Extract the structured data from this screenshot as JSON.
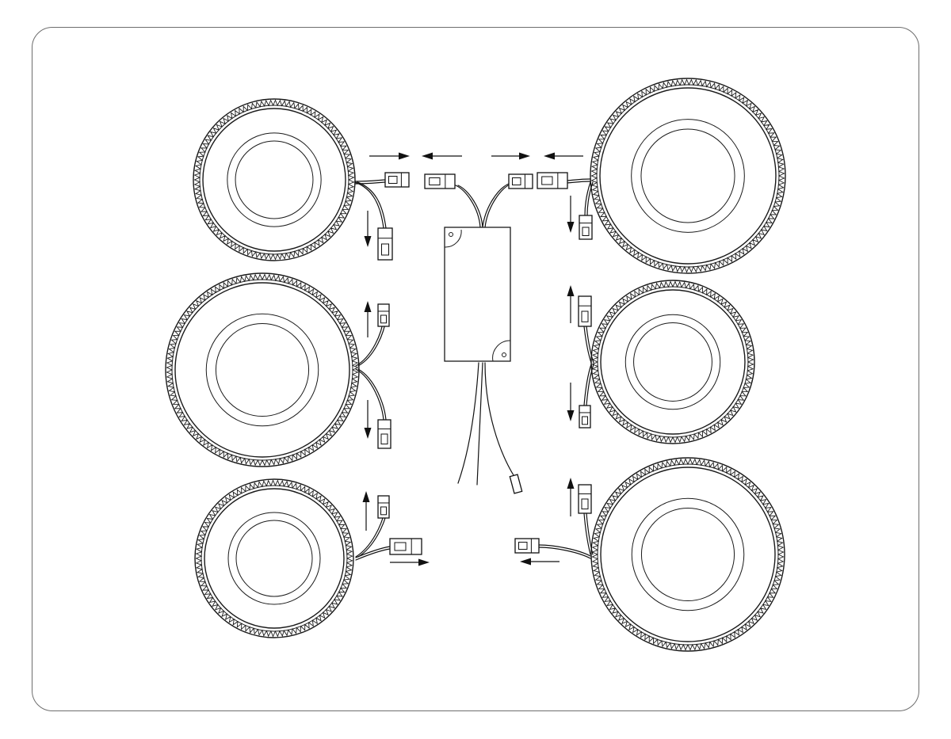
{
  "diagram": {
    "title": "",
    "colors": {
      "line": "#1a1a1a",
      "frame": "#6d6d6d",
      "background": "#ffffff"
    },
    "panel": {
      "shape": "rounded-rectangle"
    },
    "components": {
      "lights": [
        {
          "name": "light-top-left",
          "position": "top-left",
          "connectors": 2,
          "connector_directions": [
            "right",
            "down"
          ]
        },
        {
          "name": "light-middle-left",
          "position": "middle-left",
          "connectors": 2,
          "connector_directions": [
            "up",
            "down"
          ]
        },
        {
          "name": "light-bottom-left",
          "position": "bottom-left",
          "connectors": 2,
          "connector_directions": [
            "up",
            "right"
          ]
        },
        {
          "name": "light-top-right",
          "position": "top-right",
          "connectors": 2,
          "connector_directions": [
            "left",
            "down"
          ]
        },
        {
          "name": "light-middle-right",
          "position": "middle-right",
          "connectors": 2,
          "connector_directions": [
            "up",
            "down"
          ]
        },
        {
          "name": "light-bottom-right",
          "position": "bottom-right",
          "connectors": 2,
          "connector_directions": [
            "up",
            "left"
          ]
        }
      ],
      "driver": {
        "name": "driver-box",
        "position": "center",
        "output_leads": 2,
        "input_wires": 3
      }
    }
  }
}
